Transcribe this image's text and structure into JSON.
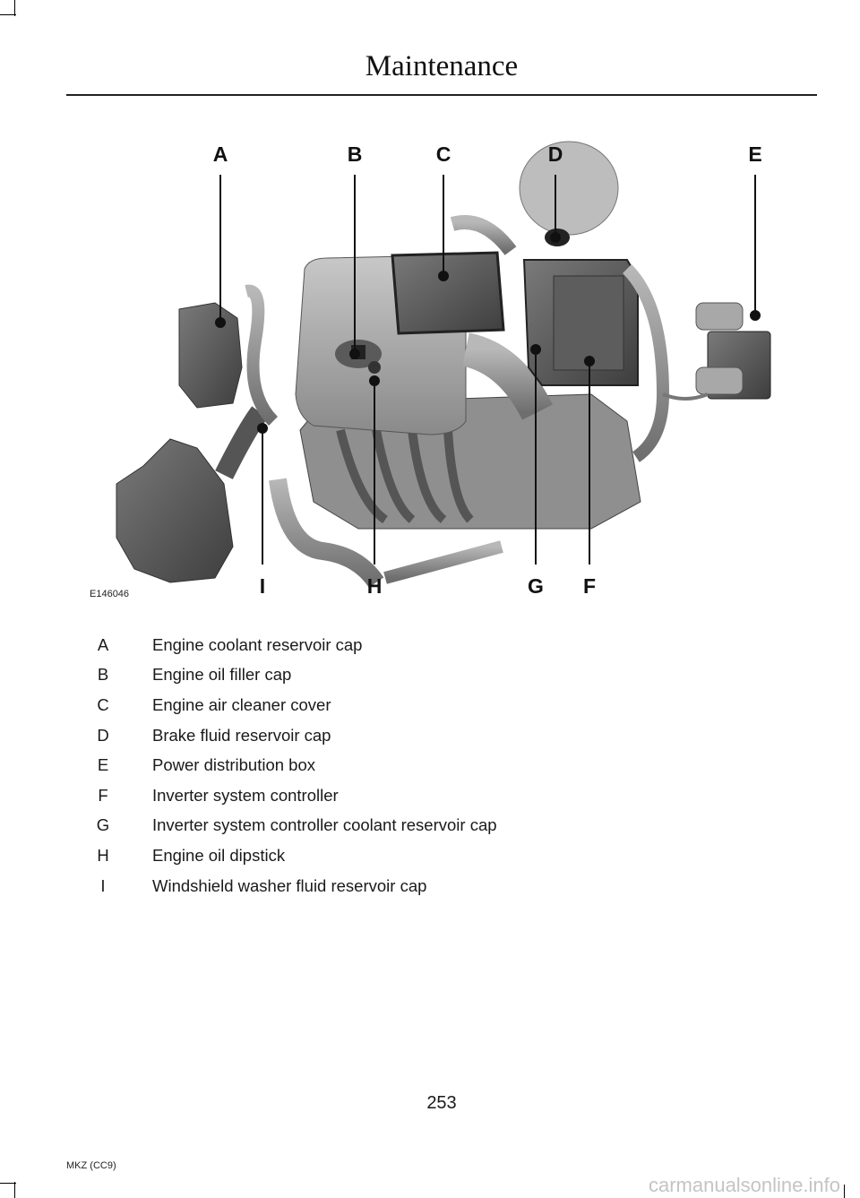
{
  "header": {
    "title": "Maintenance"
  },
  "figure": {
    "code": "E146046",
    "callouts_top": [
      "A",
      "B",
      "C",
      "D",
      "E"
    ],
    "callouts_bottom": [
      "I",
      "H",
      "G",
      "F"
    ]
  },
  "legend": [
    {
      "letter": "A",
      "text": "Engine coolant reservoir cap"
    },
    {
      "letter": "B",
      "text": "Engine oil filler cap"
    },
    {
      "letter": "C",
      "text": "Engine air cleaner cover"
    },
    {
      "letter": "D",
      "text": "Brake fluid reservoir cap"
    },
    {
      "letter": "E",
      "text": "Power distribution box"
    },
    {
      "letter": "F",
      "text": "Inverter system controller"
    },
    {
      "letter": "G",
      "text": "Inverter system controller coolant reservoir cap"
    },
    {
      "letter": "H",
      "text": "Engine oil dipstick"
    },
    {
      "letter": "I",
      "text": "Windshield washer fluid reservoir cap"
    }
  ],
  "page_number": "253",
  "footer": {
    "model": "MKZ (CC9)"
  },
  "watermark": "carmanualsonline.info"
}
